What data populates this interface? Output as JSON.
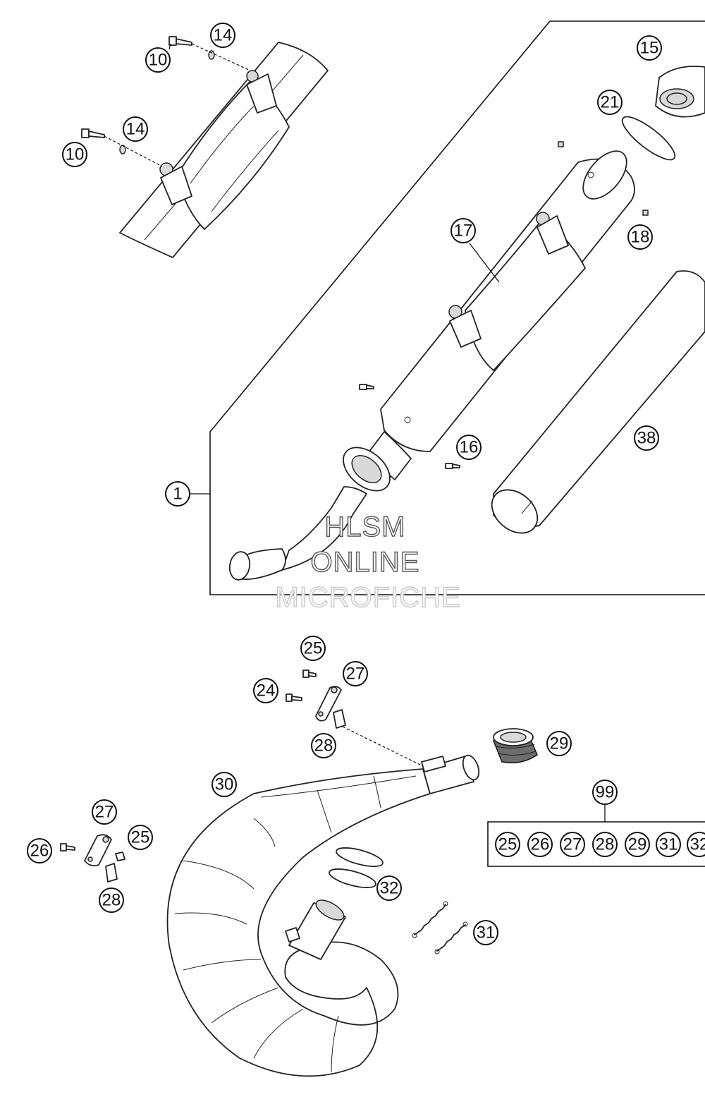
{
  "watermark": {
    "line1": "HLSM",
    "line2": "ONLINE",
    "line3": "MICROFICHE"
  },
  "callouts": {
    "c1": "1",
    "c10a": "10",
    "c10b": "10",
    "c14a": "14",
    "c14b": "14",
    "c15": "15",
    "c16": "16",
    "c17": "17",
    "c18": "18",
    "c21": "21",
    "c38": "38",
    "c25a": "25",
    "c24": "24",
    "c27a": "27",
    "c28a": "28",
    "c29": "29",
    "c30": "30",
    "c99": "99",
    "c27b": "27",
    "c26": "26",
    "c25b": "25",
    "c28b": "28",
    "c32": "32",
    "c31": "31"
  },
  "kit_contents": [
    "25",
    "26",
    "27",
    "28",
    "29",
    "31",
    "32"
  ]
}
